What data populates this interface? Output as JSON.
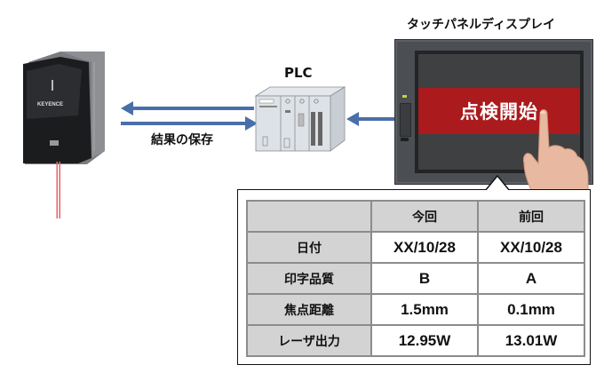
{
  "diagram": {
    "devices": {
      "laser_marker": {
        "brand_text": "KEYENCE"
      },
      "plc": {
        "label": "PLC"
      },
      "touch_panel": {
        "label": "タッチパネルディスプレイ",
        "button_label": "点検開始"
      }
    },
    "connections": {
      "save_results_label": "結果の保存"
    },
    "colors": {
      "arrow": "#4a6eaa",
      "button": "#ab1a1c",
      "table_header_bg": "#d3d3d3",
      "table_border": "#8c8c8c",
      "laser_beam": "#e8626a"
    }
  },
  "table": {
    "columns": [
      "",
      "今回",
      "前回"
    ],
    "rows": [
      {
        "label": "日付",
        "current": "XX/10/28",
        "previous": "XX/10/28"
      },
      {
        "label": "印字品質",
        "current": "B",
        "previous": "A"
      },
      {
        "label": "焦点距離",
        "current": "1.5mm",
        "previous": "0.1mm"
      },
      {
        "label": "レーザ出力",
        "current": "12.95W",
        "previous": "13.01W"
      }
    ]
  }
}
